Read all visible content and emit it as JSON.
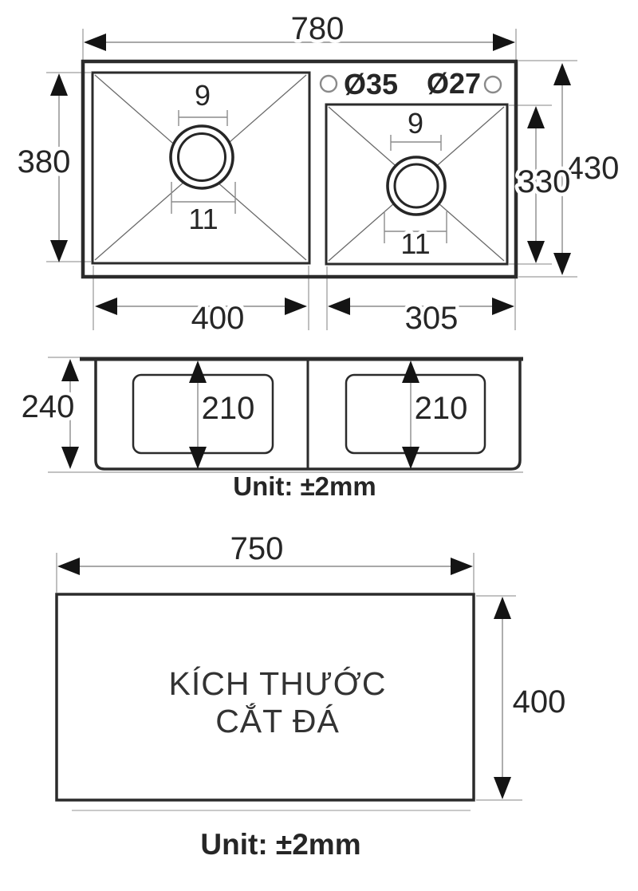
{
  "diagram": {
    "top_view": {
      "overall_width": "780",
      "overall_height": "430",
      "left_bowl_height": "380",
      "left_bowl_width": "400",
      "right_bowl_height": "330",
      "right_bowl_width": "305",
      "faucet_hole_large": "Ø35",
      "faucet_hole_small": "Ø27",
      "left_drain_top": "9",
      "left_drain_bottom": "11",
      "right_drain_top": "9",
      "right_drain_bottom": "11"
    },
    "section_view": {
      "overall_depth": "240",
      "left_bowl_depth": "210",
      "right_bowl_depth": "210",
      "unit_note": "Unit: ±2mm"
    },
    "cutout_view": {
      "width": "750",
      "height": "400",
      "label_line1": "KÍCH THƯỚC",
      "label_line2": "CẮT ĐÁ",
      "unit_note": "Unit: ±2mm"
    },
    "colors": {
      "line": "#2b2b2b",
      "dim_line": "#8c8c8c",
      "arrow": "#141414",
      "text": "#262626",
      "background": "#ffffff"
    }
  }
}
